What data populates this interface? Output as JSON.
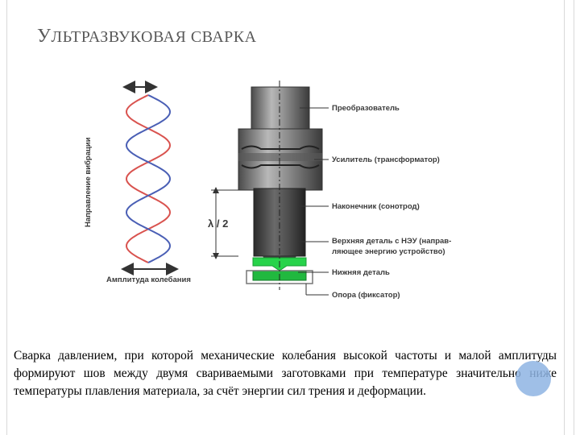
{
  "slide": {
    "title_first": "У",
    "title_rest": "ЛЬТРАЗВУКОВАЯ СВАРКА",
    "body": "Сварка давлением, при которой механические колебания высокой частоты и малой амплитуды формируют шов между двумя свариваемыми заготовками при температуре значительно ниже температуры плавления материала, за счёт энергии сил трения и деформации."
  },
  "diagram": {
    "vibration_direction_label": "Направление вибрации",
    "amplitude_label": "Амплитуда колебания",
    "half_wave_label": "λ / 2",
    "callouts": [
      "Преобразователь",
      "Усилитель (трансформатор)",
      "Наконечник (сонотрод)",
      "Верхняя деталь с НЭУ (направ-",
      "ляющее энергию устройство)",
      "Нижняя деталь",
      "Опора (фиксатор)"
    ],
    "colors": {
      "wave_red": "#d9534f",
      "wave_blue": "#4a5fb5",
      "part_green": "#27d34a",
      "metal_dark": "#3f3f3f",
      "metal_light": "#9a9a9a"
    }
  }
}
